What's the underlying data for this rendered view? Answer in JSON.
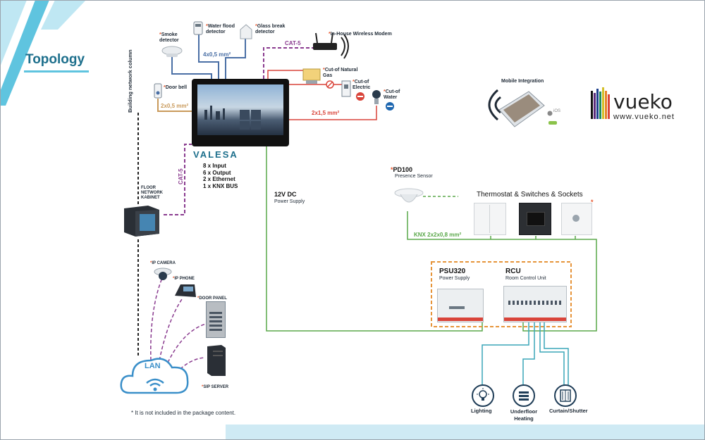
{
  "page": {
    "title": "Topology",
    "footnote": "* It is not included in the package content."
  },
  "brand": {
    "logo_text": "vueko",
    "site": "www.vueko.net",
    "panel_logo": "VALESA"
  },
  "panel_specs": [
    "8 x Input",
    "6 x Output",
    "2 x Ethernet",
    "1 x KNX BUS"
  ],
  "labels": {
    "building_column": "Building network column",
    "smoke": "Smoke detector",
    "water_flood": "Water flood detector",
    "glass_break": "Glass break detector",
    "modem": "In-House Wireless Modem",
    "door_bell": "Door bell",
    "natural_gas": "Cut-of Natural Gas",
    "electric": "Cut-of Electric",
    "water": "Cut-of Water",
    "mobile": "Mobile Integration",
    "ios": "iOS",
    "floor_cabinet": "FLOOR NETWORK KABINET",
    "power_title": "12V DC",
    "power_sub": "Power Supply",
    "pd100_title": "PD100",
    "pd100_sub": "Presence Sensor",
    "thermostat": "Thermostat & Switches & Sockets",
    "psu_title": "PSU320",
    "psu_sub": "Power Supply",
    "rcu_title": "RCU",
    "rcu_sub": "Room Control Unit",
    "ip_camera": "IP CAMERA",
    "ip_phone": "IP PHONE",
    "door_panel": "DOOR PANEL",
    "sip_server": "SIP SERVER",
    "lan": "LAN",
    "lighting": "Lighting",
    "underfloor": "Underfloor Heating",
    "curtain": "Curtain/Shutter"
  },
  "wires": {
    "w4x05": "4x0,5 mm²",
    "cat5_top": "CAT-5",
    "w2x05": "2x0,5 mm²",
    "w2x15": "2x1,5 mm²",
    "cat5_left": "CAT-5",
    "knx": "KNX 2x2x0,8 mm²"
  },
  "colors": {
    "accent": "#1d6f8c",
    "light_blue": "#5fc4df",
    "blue_wire": "#4a6fa5",
    "red_wire": "#d9443a",
    "purple_wire": "#8a3b8f",
    "green_wire": "#5aa84a",
    "tan_wire": "#c99a5b",
    "teal_wire": "#3aa6b9",
    "orange_dash": "#e6943a",
    "star": "#e8552b"
  }
}
